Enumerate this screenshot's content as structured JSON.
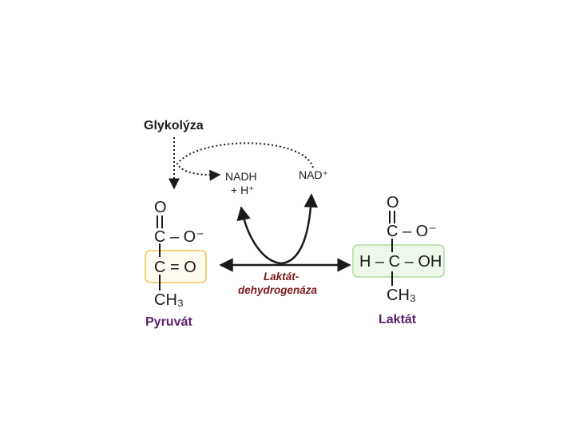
{
  "title": "Glykolýza",
  "cofactors": {
    "nadh": "NADH",
    "h_plus": "+ H⁺",
    "nad_plus": "NAD⁺"
  },
  "enzyme": {
    "line1": "Laktát-",
    "line2": "dehydrogenáza"
  },
  "pyruvate": {
    "name": "Pyruvát",
    "atom_o_top": "O",
    "row_carboxyl": "C – O⁻",
    "row_keto": "C = O",
    "row_methyl": "CH₃"
  },
  "lactate": {
    "name": "Laktát",
    "atom_o_top": "O",
    "row_carboxyl": "C – O⁻",
    "row_alcohol": "H – C – OH",
    "row_methyl": "CH₃"
  },
  "colors": {
    "text": "#1a1a1a",
    "purple": "#5a1f6e",
    "enzyme_red": "#7a1a1a",
    "pyruvate_box": "#f2d27a",
    "lactate_box": "#bfe3b4",
    "lactate_fill": "#eef8ea"
  }
}
